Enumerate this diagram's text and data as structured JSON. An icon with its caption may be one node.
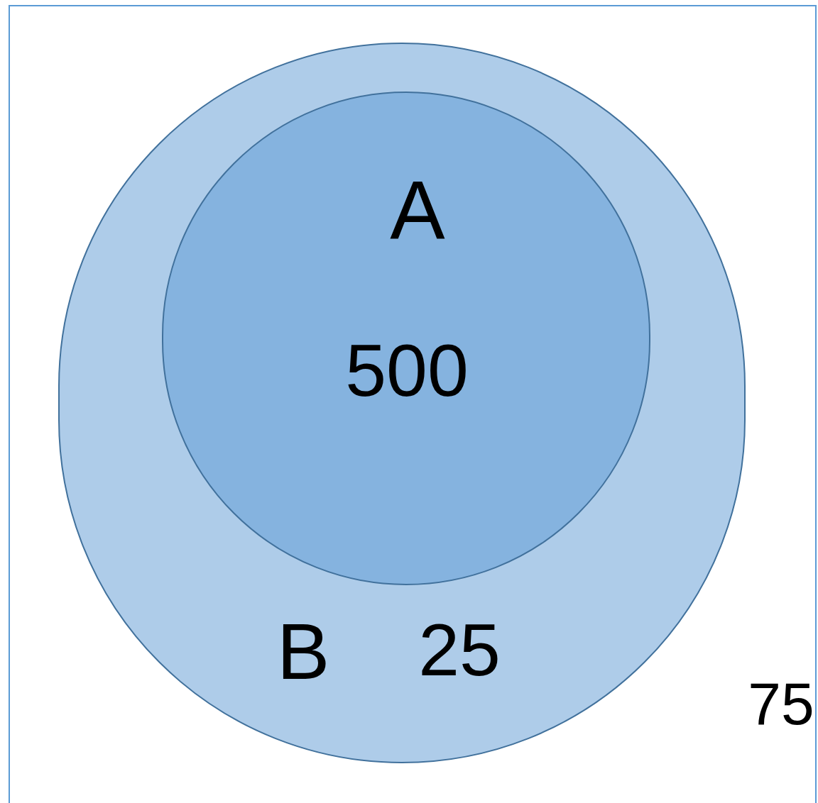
{
  "diagram": {
    "nodes": [
      {
        "text": [
          "75"
        ]
      },
      {
        "text": [
          "B",
          "25"
        ],
        "in": 0
      },
      {
        "text": [
          "A",
          "500"
        ],
        "in": 1
      }
    ]
  }
}
